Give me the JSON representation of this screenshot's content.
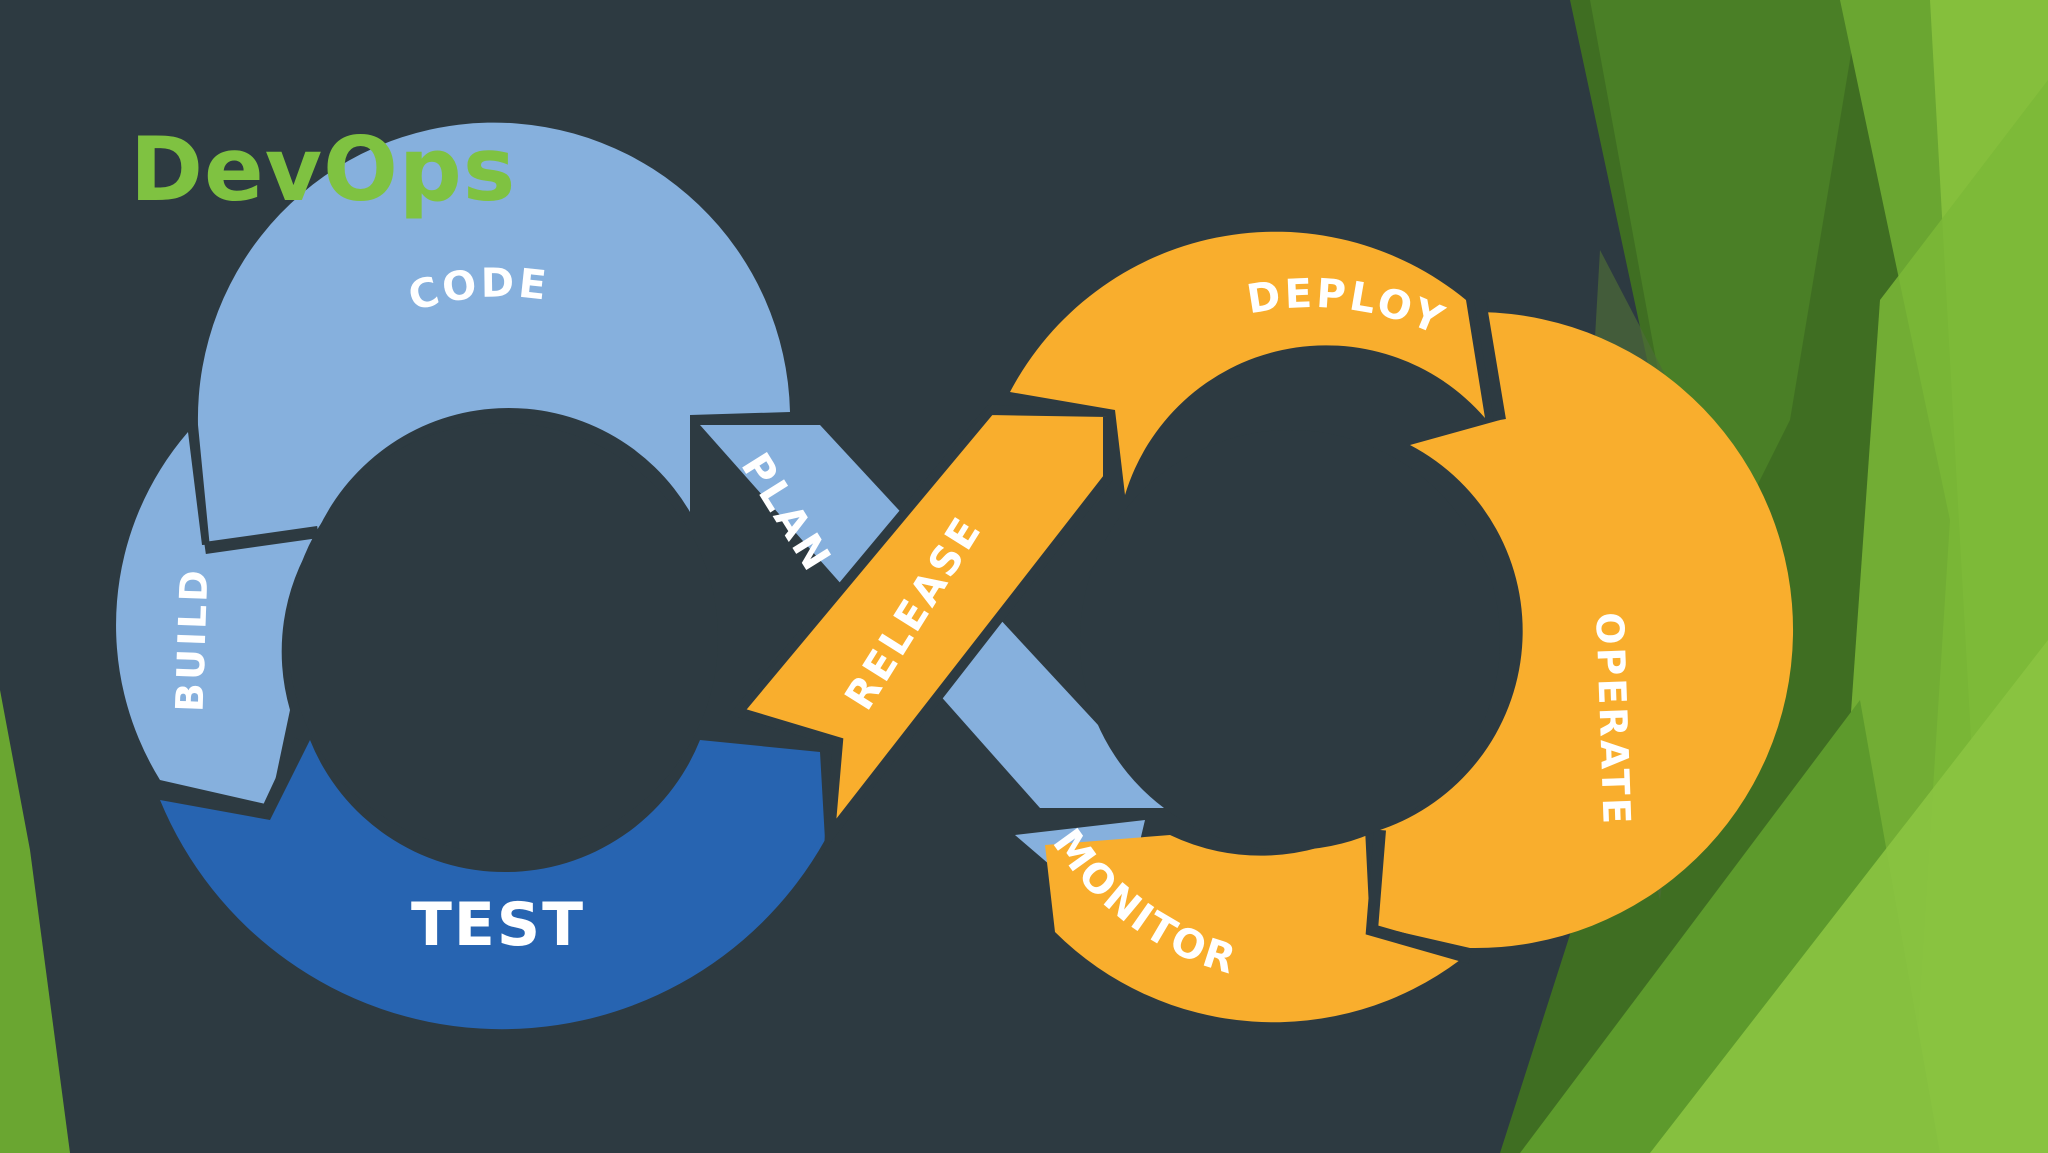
{
  "title": "DevOps",
  "colors": {
    "background": "#2d3a41",
    "title": "#7fc241",
    "dev_light": "#86b0dd",
    "dev_dark": "#2764b1",
    "ops": "#f9ae2d",
    "green_accent": "#7fc241"
  },
  "stages": {
    "code": "CODE",
    "build": "BUILD",
    "test": "TEST",
    "plan": "PLAN",
    "release": "RELEASE",
    "deploy": "DEPLOY",
    "operate": "OPERATE",
    "monitor": "MONITOR"
  }
}
